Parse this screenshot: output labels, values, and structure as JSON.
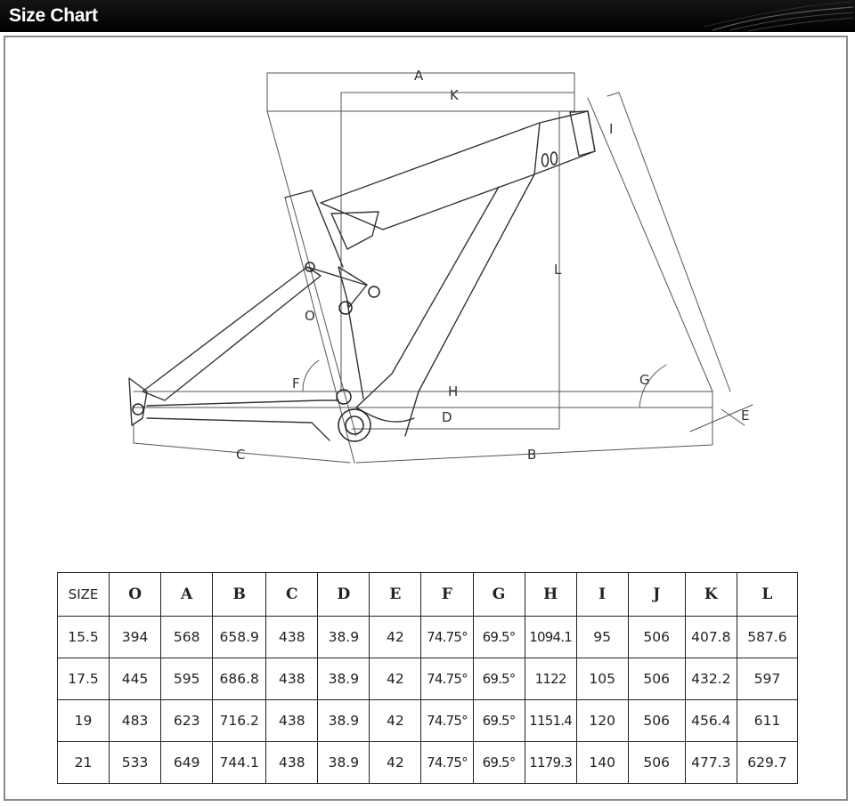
{
  "header": {
    "title": "Size Chart"
  },
  "diagram_labels": [
    "A",
    "K",
    "O",
    "F",
    "H",
    "D",
    "C",
    "B",
    "L",
    "I",
    "G",
    "E"
  ],
  "table": {
    "columns": [
      "SIZE",
      "O",
      "A",
      "B",
      "C",
      "D",
      "E",
      "F",
      "G",
      "H",
      "I",
      "J",
      "K",
      "L"
    ],
    "rows": [
      [
        "15.5",
        "394",
        "568",
        "658.9",
        "438",
        "38.9",
        "42",
        "74.75°",
        "69.5°",
        "1094.1",
        "95",
        "506",
        "407.8",
        "587.6"
      ],
      [
        "17.5",
        "445",
        "595",
        "686.8",
        "438",
        "38.9",
        "42",
        "74.75°",
        "69.5°",
        "1122",
        "105",
        "506",
        "432.2",
        "597"
      ],
      [
        "19",
        "483",
        "623",
        "716.2",
        "438",
        "38.9",
        "42",
        "74.75°",
        "69.5°",
        "1151.4",
        "120",
        "506",
        "456.4",
        "611"
      ],
      [
        "21",
        "533",
        "649",
        "744.1",
        "438",
        "38.9",
        "42",
        "74.75°",
        "69.5°",
        "1179.3",
        "140",
        "506",
        "477.3",
        "629.7"
      ]
    ]
  }
}
